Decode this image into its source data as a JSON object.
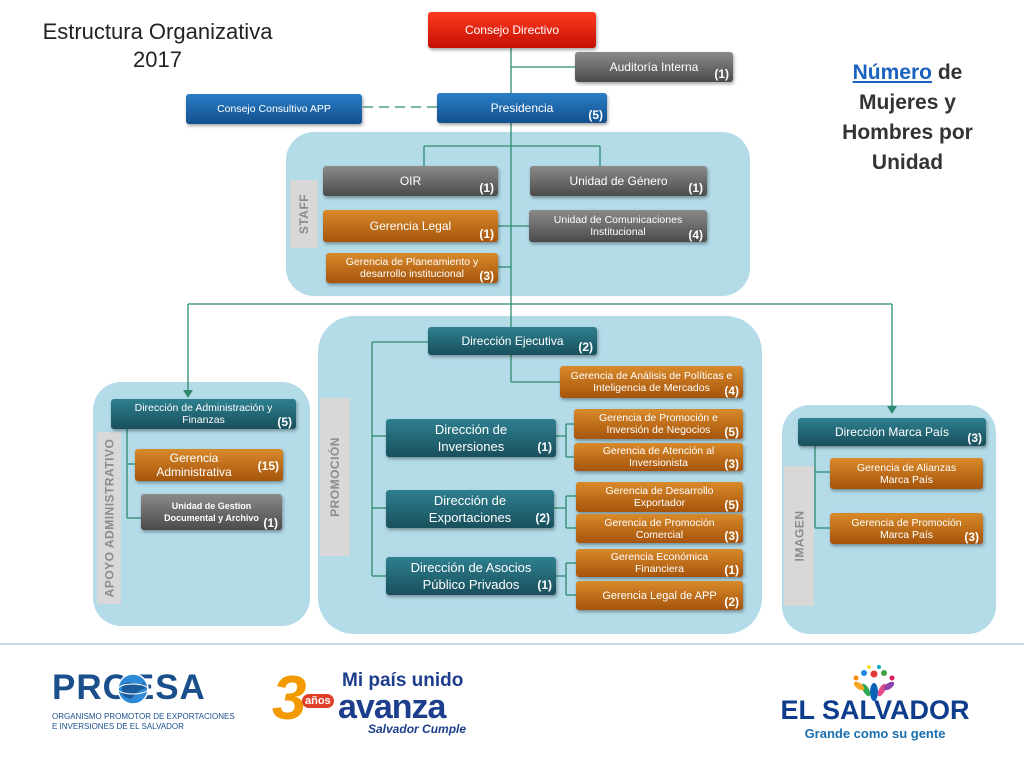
{
  "title": {
    "line1": "Estructura Organizativa",
    "line2": "2017"
  },
  "side_title": {
    "underlined": "Número",
    "rest1": " de",
    "line2": "Mujeres y",
    "line3": "Hombres por",
    "line4": "Unidad"
  },
  "nodes": {
    "consejo_directivo": {
      "label": "Consejo Directivo"
    },
    "auditoria": {
      "label": "Auditoría Interna",
      "count": "(1)"
    },
    "consejo_consultivo": {
      "label": "Consejo Consultivo APP"
    },
    "presidencia": {
      "label": "Presidencia",
      "count": "(5)"
    },
    "oir": {
      "label": "OIR",
      "count": "(1)"
    },
    "unidad_genero": {
      "label": "Unidad de Género",
      "count": "(1)"
    },
    "gerencia_legal": {
      "label": "Gerencia Legal",
      "count": "(1)"
    },
    "unidad_comunicaciones": {
      "label": "Unidad de Comunicaciones\nInstitucional",
      "count": "(4)"
    },
    "gerencia_planeamiento": {
      "label": "Gerencia  de Planeamiento  y\ndesarrollo institucional",
      "count": "(3)"
    },
    "direccion_ejecutiva": {
      "label": "Dirección Ejecutiva",
      "count": "(2)"
    },
    "gerencia_analisis": {
      "label": "Gerencia de Análisis de Políticas e\nInteligencia de Mercados",
      "count": "(4)"
    },
    "direccion_admin": {
      "label": "Dirección de Administración y\nFinanzas",
      "count": "(5)"
    },
    "gerencia_administrativa": {
      "label": "Gerencia\nAdministrativa",
      "count": "(15)"
    },
    "unidad_gestion": {
      "label": "Unidad de Gestion\nDocumental y Archivo",
      "count": "(1)"
    },
    "direccion_inversiones": {
      "label": "Dirección de\nInversiones",
      "count": "(1)"
    },
    "gerencia_promocion_inversion": {
      "label": "Gerencia de Promoción e\nInversión de Negocios",
      "count": "(5)"
    },
    "gerencia_atencion": {
      "label": "Gerencia de Atención al\nInversionista",
      "count": "(3)"
    },
    "direccion_exportaciones": {
      "label": "Dirección de\nExportaciones",
      "count": "(2)"
    },
    "gerencia_desarrollo_exportador": {
      "label": "Gerencia de Desarrollo\nExportador",
      "count": "(5)"
    },
    "gerencia_promocion_comercial": {
      "label": "Gerencia de Promoción\nComercial",
      "count": "(3)"
    },
    "direccion_asocios": {
      "label": "Dirección de Asocios\nPúblico Privados",
      "count": "(1)"
    },
    "gerencia_economica": {
      "label": "Gerencia Económica\nFinanciera",
      "count": "(1)"
    },
    "gerencia_legal_app": {
      "label": "Gerencia Legal de APP",
      "count": "(2)"
    },
    "direccion_marca": {
      "label": "Dirección Marca País",
      "count": "(3)"
    },
    "gerencia_alianzas": {
      "label": "Gerencia de  Alianzas\nMarca País"
    },
    "gerencia_promocion_marca": {
      "label": "Gerencia de  Promoción\nMarca País",
      "count": "(3)"
    }
  },
  "sections": {
    "staff": "STAFF",
    "apoyo": "APOYO ADMINISTRATIVO",
    "promocion": "PROMOCIÓN",
    "imagen": "IMAGEN"
  },
  "footer": {
    "proesa": {
      "logo": "PROESA",
      "subtitle_line1": "ORGANISMO PROMOTOR DE EXPORTACIONES",
      "subtitle_line2": "E INVERSIONES DE EL SALVADOR"
    },
    "campaign": {
      "number": "3",
      "small": "años",
      "line1": "Mi país unido",
      "line2": "avanza",
      "tagline": "Salvador Cumple"
    },
    "el_salvador": {
      "name": "EL SALVADOR",
      "tagline": "Grande como su gente"
    }
  },
  "colors": {
    "panel": "#b3dbe8",
    "connector": "#2e8b6e",
    "link_blue": "#1a62c0"
  }
}
